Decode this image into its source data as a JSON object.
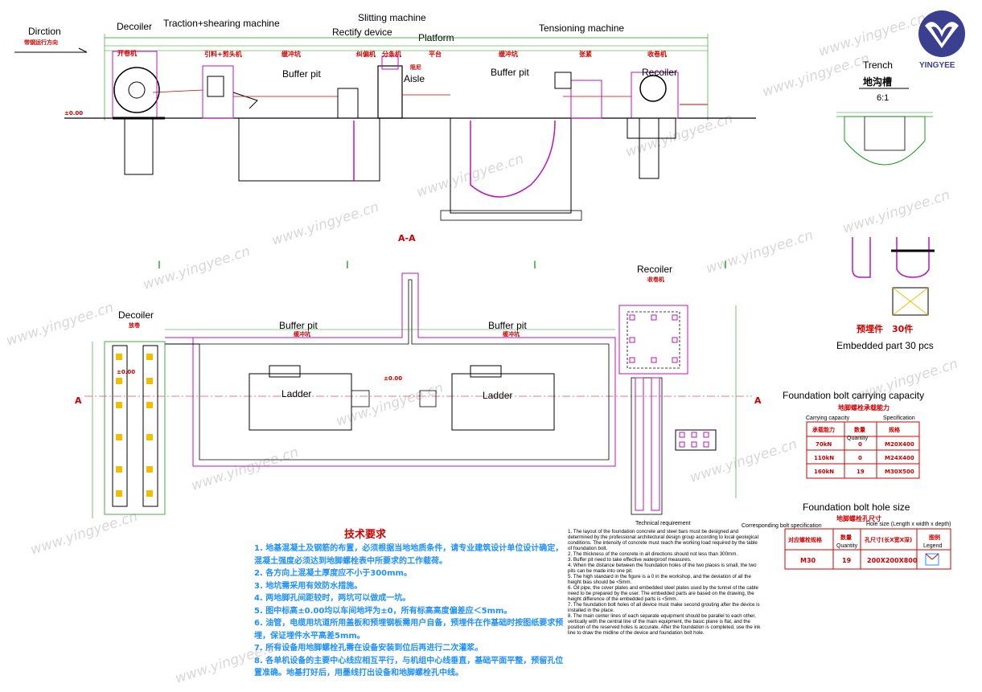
{
  "header": {
    "direction_en": "Dirction",
    "direction_zh": "带钢运行方向",
    "decoiler": "Decoiler",
    "traction": "Traction+shearing machine",
    "slitting": "Slitting machine",
    "rectify": "Rectify device",
    "platform": "Platform",
    "tensioning": "Tensioning machine",
    "trench": "Trench",
    "trench_zh": "地沟槽",
    "trench_scale": "6:1",
    "brand": "YINGYEE"
  },
  "elevation": {
    "zh_decoiler": "开卷机",
    "zh_traction": "引料+剪头机",
    "zh_buffer1": "缓冲坑",
    "zh_rectify": "纠偏机",
    "zh_slitting": "分条机",
    "zh_damp": "阻尼",
    "zh_platform": "平台",
    "zh_buffer2": "缓冲坑",
    "zh_tension": "张紧",
    "zh_recoiler": "收卷机",
    "buffer_pit_1": "Buffer pit",
    "buffer_pit_2": "Buffer pit",
    "aisle": "Aisle",
    "recoiler": "Recoiler",
    "level_mark": "±0.00",
    "section_label": "A-A"
  },
  "plan": {
    "decoiler": "Decoiler",
    "zh_decoiler": "放卷",
    "buffer_pit_1": "Buffer pit",
    "buffer_pit_2": "Buffer pit",
    "zh_buffer": "缓冲坑",
    "recoiler": "Recoiler",
    "zh_recoiler": "收卷机",
    "ladder_1": "Ladder",
    "ladder_2": "Ladder",
    "level_mark": "±0.00",
    "section_a": "A",
    "section_i": "I"
  },
  "embedded": {
    "title_zh": "预埋件　30件",
    "title_en": "Embedded part  30 pcs"
  },
  "capacity_table": {
    "title_en": "Foundation bolt carrying capacity",
    "title_zh": "地脚螺栓承载能力",
    "col1_en": "Carrying capacity",
    "col3_en": "Specification",
    "col2_en": "Quantity",
    "col1_zh": "承载能力",
    "col2_zh": "数量",
    "col3_zh": "规格",
    "rows": [
      {
        "cap": "70kN",
        "qty": "0",
        "spec": "M20X400"
      },
      {
        "cap": "110kN",
        "qty": "0",
        "spec": "M24X400"
      },
      {
        "cap": "160kN",
        "qty": "19",
        "spec": "M30X500"
      }
    ]
  },
  "hole_table": {
    "title_en": "Foundation bolt hole size",
    "title_zh": "地脚螺栓孔尺寸",
    "spec_en": "Corresponding bolt specification",
    "size_en": "Hole size (Length x width x depth)",
    "col1_zh": "对应螺栓规格",
    "col2_zh": "数量",
    "col2_en": "Quantity",
    "col3_zh": "孔尺寸(长X宽X深)",
    "col4_zh": "图例",
    "col4_en": "Legend",
    "row": {
      "spec": "M30",
      "qty": "19",
      "size": "200X200X800"
    }
  },
  "tech": {
    "title_zh": "技术要求",
    "title_en": "Technical requirement",
    "zh_items": [
      "1. 地基混凝土及钢筋的布置，必须根据当地地质条件，请专业建筑设计单位设计确定，混凝土强度必须达到地脚螺栓表中所要求的工作载荷。",
      "2. 各方向上混凝土厚度应不小于300mm。",
      "3. 地坑需采用有效防水措施。",
      "4. 两地脚孔间距较时，两坑可以做成一坑。",
      "5. 图中标高±0.00均以车间地坪为±0，所有标高高度偏差应＜5mm。",
      "6. 油管，电缆用坑道所用盖板和预埋钢板需用户自备，预埋件在作基础时按图纸要求预埋，保证埋件水平高差5mm。",
      "7. 所有设备用地脚螺栓孔需在设备安装到位后再进行二次灌浆。",
      "8. 各单机设备的主要中心线应相互平行，与机组中心线垂直，基础平面平整，预留孔位置准确。地基打好后，用墨线打出设备和地脚螺栓孔中线。"
    ],
    "en_items": [
      "1. The layout of the foundation concrete and steel bars must be designed and determined by the professional architectural design group according to local geological conditions. The intensity of concrete must reach the working load required by the table of foundation bolt.",
      "2. The thickness of the concrete in all directions should not less than 300mm.",
      "3. Buffer pit need to take effective waterproof measures.",
      "4. When the distance between the foundation holes of the two places is small, the two pits can be made into one pit.",
      "5. The high standard in the figure is a 0 in the workshop, and the deviation of all the height bias should be <5mm.",
      "6. Oil pipe, the cover plates and embedded steel plates used by the tunnel of the cable need to be prepared by the user. The embedded parts are based on the drawing, the height difference of the embedded parts is <5mm.",
      "7. The foundation bolt holes of all device must make second grouting after the device is installed in the place.",
      "8. The main center lines of each separate equipment should be parallel to each other, vertically with the central line of the main equipment, the basic plane is flat, and the position of the reserved holes is accurate. After the foundation is completed, use the ink line to draw the midline of the device and foundation bolt hole."
    ]
  },
  "watermark": "www.yingyee.cn",
  "colors": {
    "line_green": "#1a9a1a",
    "line_magenta": "#c010c0",
    "accent_red": "#d00000",
    "text_blue": "#1e90ff",
    "logo_purple": "#3b3f8f"
  }
}
